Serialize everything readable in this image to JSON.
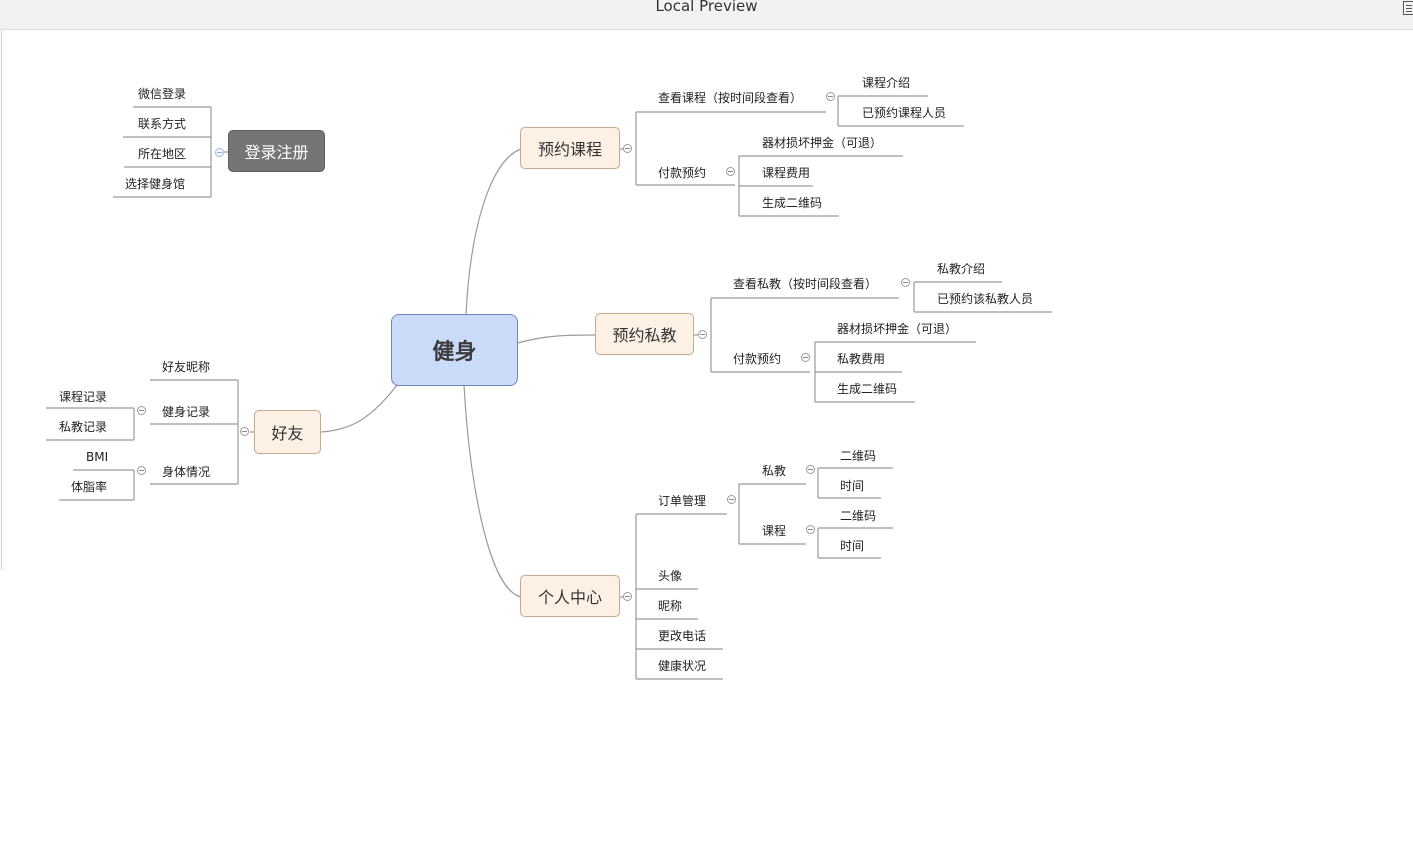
{
  "window": {
    "title": "Local Preview"
  },
  "icons": {
    "menu": "menu-lines-icon",
    "collapse": "minus-circle-icon"
  },
  "colors": {
    "root_fill": "#cbdcfb",
    "topic_fill": "#fdf0e4",
    "dark_fill": "#757575",
    "line": "#999999"
  },
  "mindmap": {
    "root": "健身",
    "login": {
      "label": "登录注册",
      "children": [
        "微信登录",
        "联系方式",
        "所在地区",
        "选择健身馆"
      ]
    },
    "course": {
      "label": "预约课程",
      "view": {
        "label": "查看课程（按时间段查看）",
        "children": [
          "课程介绍",
          "已预约课程人员"
        ]
      },
      "pay": {
        "label": "付款预约",
        "children": [
          "器材损坏押金（可退）",
          "课程费用",
          "生成二维码"
        ]
      }
    },
    "coach": {
      "label": "预约私教",
      "view": {
        "label": "查看私教（按时间段查看）",
        "children": [
          "私教介绍",
          "已预约该私教人员"
        ]
      },
      "pay": {
        "label": "付款预约",
        "children": [
          "器材损坏押金（可退）",
          "私教费用",
          "生成二维码"
        ]
      }
    },
    "friends": {
      "label": "好友",
      "nickname": "好友昵称",
      "records": {
        "label": "健身记录",
        "children": [
          "课程记录",
          "私教记录"
        ]
      },
      "body": {
        "label": "身体情况",
        "children": [
          "BMI",
          "体脂率"
        ]
      }
    },
    "center": {
      "label": "个人中心",
      "orders": {
        "label": "订单管理",
        "coach": {
          "label": "私教",
          "children": [
            "二维码",
            "时间"
          ]
        },
        "course": {
          "label": "课程",
          "children": [
            "二维码",
            "时间"
          ]
        }
      },
      "items": [
        "头像",
        "昵称",
        "更改电话",
        "健康状况"
      ]
    }
  }
}
